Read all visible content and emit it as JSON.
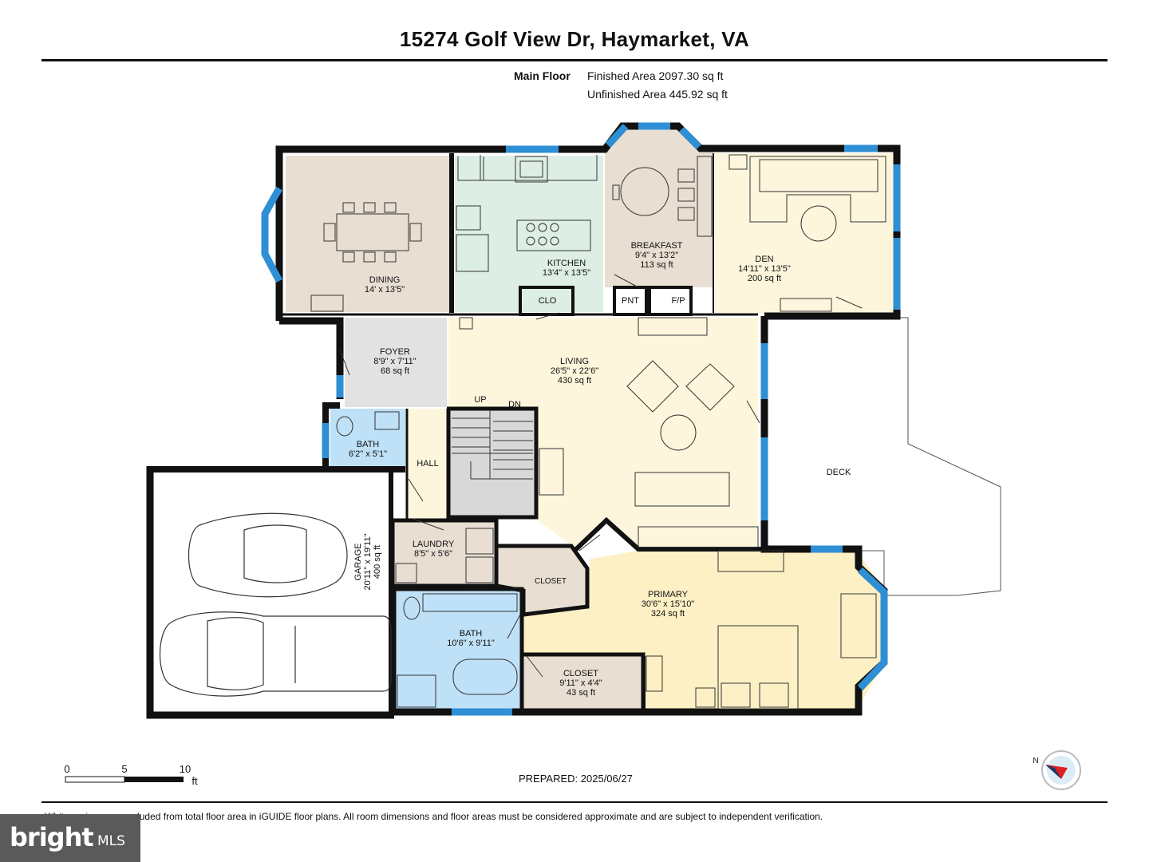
{
  "header": {
    "title": "15274 Golf View Dr, Haymarket, VA",
    "floor_label": "Main Floor",
    "finished_area": "Finished Area 2097.30 sq ft",
    "unfinished_area": "Unfinished Area 445.92 sq ft"
  },
  "rooms": {
    "dining": {
      "name": "DINING",
      "dims": "14' x 13'5\""
    },
    "kitchen": {
      "name": "KITCHEN",
      "dims": "13'4\" x 13'5\""
    },
    "breakfast": {
      "name": "BREAKFAST",
      "dims": "9'4\" x 13'2\"",
      "area": "113 sq ft"
    },
    "den": {
      "name": "DEN",
      "dims": "14'11\" x 13'5\"",
      "area": "200 sq ft"
    },
    "clo": {
      "name": "CLO"
    },
    "pnt": {
      "name": "PNT"
    },
    "fp": {
      "name": "F/P"
    },
    "foyer": {
      "name": "FOYER",
      "dims": "8'9\" x 7'11\"",
      "area": "68 sq ft"
    },
    "living": {
      "name": "LIVING",
      "dims": "26'5\" x 22'6\"",
      "area": "430 sq ft"
    },
    "up": "UP",
    "dn": "DN",
    "bath_half": {
      "name": "BATH",
      "dims": "6'2\" x 5'1\""
    },
    "hall": {
      "name": "HALL"
    },
    "deck": {
      "name": "DECK"
    },
    "garage": {
      "name": "GARAGE",
      "dims": "20'11\" x 19'11\"",
      "area": "400 sq ft"
    },
    "laundry": {
      "name": "LAUNDRY",
      "dims": "8'5\" x 5'6\""
    },
    "closet_small": {
      "name": "CLOSET"
    },
    "primary": {
      "name": "PRIMARY",
      "dims": "30'6\" x 15'10\"",
      "area": "324 sq ft"
    },
    "bath_primary": {
      "name": "BATH",
      "dims": "10'6\" x 9'11\""
    },
    "closet_walk": {
      "name": "CLOSET",
      "dims": "9'11\" x 4'4\"",
      "area": "43 sq ft"
    }
  },
  "scale": {
    "ticks": [
      "0",
      "5",
      "10"
    ],
    "unit": "ft"
  },
  "compass": {
    "label": "N"
  },
  "footer": {
    "prepared": "PREPARED: 2025/06/27",
    "disclaimer": "White regions are excluded from total floor area in iGUIDE floor plans. All room dimensions and floor areas must be considered approximate and are subject to independent verification."
  },
  "logo": {
    "brand": "bright",
    "suffix": "MLS"
  },
  "colors": {
    "wall": "#111111",
    "window": "#2e8fd4",
    "dining": "#e8ded2",
    "kitchen": "#ddeee5",
    "breakfast": "#e8ded2",
    "den": "#fdf6dc",
    "foyer": "#e2e2e2",
    "living": "#fdf6dc",
    "bath": "#bfe1f7",
    "primary": "#fdf0c4",
    "utility": "#e8ded2",
    "stairs": "#d8d8d8"
  }
}
